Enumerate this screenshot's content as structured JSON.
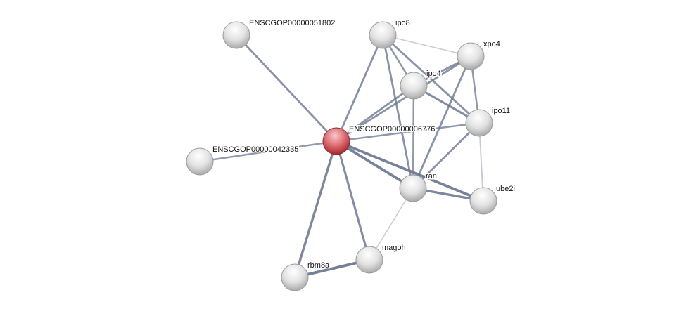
{
  "network": {
    "colors": {
      "query_node": "#d9434a",
      "node": "#d8d8d8",
      "edge": "#6b7590",
      "edge_light": "#aab0c0"
    },
    "nodes": [
      {
        "id": "n51802",
        "label": "ENSCGOP00000051802",
        "query": false
      },
      {
        "id": "ipo8",
        "label": "ipo8",
        "query": false
      },
      {
        "id": "xpo4",
        "label": "xpo4",
        "query": false
      },
      {
        "id": "ipo4",
        "label": "ipo4",
        "query": false
      },
      {
        "id": "ipo11",
        "label": "ipo11",
        "query": false
      },
      {
        "id": "n6776",
        "label": "ENSCGOP00000006776",
        "query": true
      },
      {
        "id": "n42335",
        "label": "ENSCGOP00000042335",
        "query": false
      },
      {
        "id": "ran",
        "label": "ran",
        "query": false
      },
      {
        "id": "ube2i",
        "label": "ube2i",
        "query": false
      },
      {
        "id": "magoh",
        "label": "magoh",
        "query": false
      },
      {
        "id": "rbm8a",
        "label": "rbm8a",
        "query": false
      }
    ],
    "edges": [
      {
        "a": "n6776",
        "b": "n51802",
        "strength": 0.6
      },
      {
        "a": "n6776",
        "b": "n42335",
        "strength": 0.5
      },
      {
        "a": "n6776",
        "b": "ipo8",
        "strength": 0.6
      },
      {
        "a": "n6776",
        "b": "ipo4",
        "strength": 0.6
      },
      {
        "a": "n6776",
        "b": "xpo4",
        "strength": 0.6
      },
      {
        "a": "n6776",
        "b": "ipo11",
        "strength": 0.5
      },
      {
        "a": "n6776",
        "b": "ran",
        "strength": 0.9
      },
      {
        "a": "n6776",
        "b": "ube2i",
        "strength": 0.9
      },
      {
        "a": "n6776",
        "b": "magoh",
        "strength": 0.7
      },
      {
        "a": "n6776",
        "b": "rbm8a",
        "strength": 0.8
      },
      {
        "a": "rbm8a",
        "b": "magoh",
        "strength": 0.95
      },
      {
        "a": "magoh",
        "b": "ran",
        "strength": 0.2
      },
      {
        "a": "ipo8",
        "b": "xpo4",
        "strength": 0.2
      },
      {
        "a": "ipo8",
        "b": "ipo4",
        "strength": 0.5
      },
      {
        "a": "ipo8",
        "b": "ipo11",
        "strength": 0.6
      },
      {
        "a": "ipo8",
        "b": "ran",
        "strength": 0.6
      },
      {
        "a": "xpo4",
        "b": "ipo4",
        "strength": 0.6
      },
      {
        "a": "xpo4",
        "b": "ran",
        "strength": 0.6
      },
      {
        "a": "xpo4",
        "b": "ipo11",
        "strength": 0.5
      },
      {
        "a": "ipo4",
        "b": "ipo11",
        "strength": 0.7
      },
      {
        "a": "ipo4",
        "b": "ran",
        "strength": 0.5
      },
      {
        "a": "ipo11",
        "b": "ran",
        "strength": 0.6
      },
      {
        "a": "ipo11",
        "b": "ube2i",
        "strength": 0.3
      },
      {
        "a": "ran",
        "b": "ube2i",
        "strength": 0.8
      }
    ]
  }
}
